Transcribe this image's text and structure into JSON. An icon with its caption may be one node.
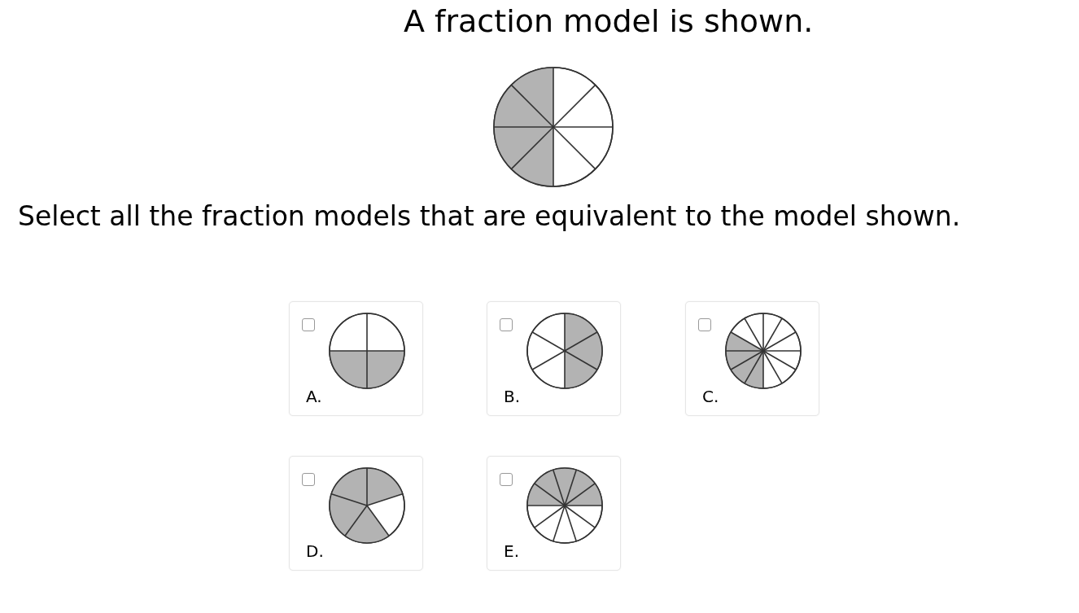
{
  "diagram": {
    "title": "A fraction model is shown.",
    "nodes": [
      {
        "text": [
          "A."
        ]
      },
      {
        "text": [
          "B."
        ]
      },
      {
        "text": [
          "C."
        ]
      },
      {
        "text": [
          "D."
        ]
      },
      {
        "text": [
          "E."
        ]
      }
    ],
    "labels": [
      "Select all the fraction models that are equivalent to the model shown."
    ]
  }
}
